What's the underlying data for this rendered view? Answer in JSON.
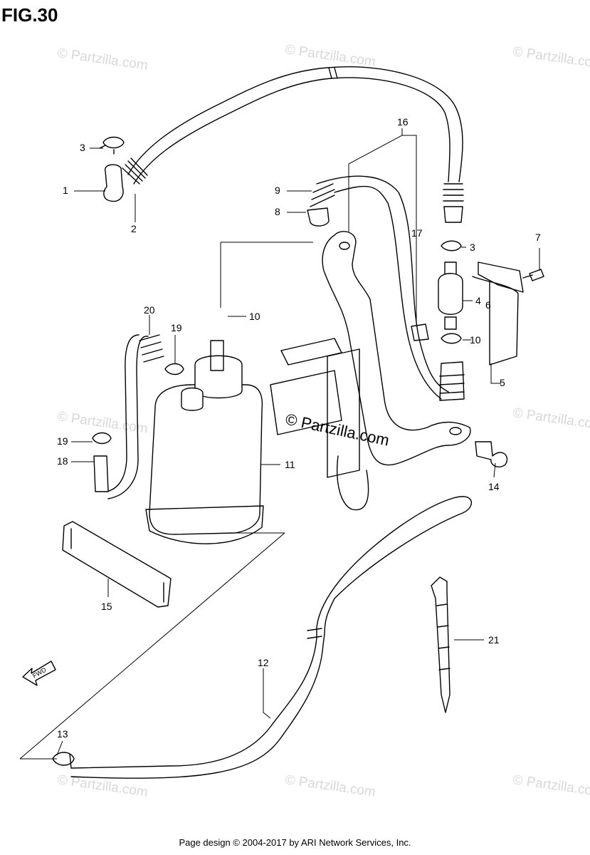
{
  "figure": {
    "title": "FIG.30"
  },
  "watermarks": {
    "text": "© Partzilla.com",
    "center_text": "© Partzilla.com"
  },
  "callouts": {
    "p1": "1",
    "p2": "2",
    "p3a": "3",
    "p3b": "3",
    "p4": "4",
    "p5": "5",
    "p6": "6",
    "p7": "7",
    "p8": "8",
    "p9": "9",
    "p10a": "10",
    "p10b": "10",
    "p11": "11",
    "p12": "12",
    "p13": "13",
    "p14": "14",
    "p15": "15",
    "p16": "16",
    "p17": "17",
    "p18": "18",
    "p19a": "19",
    "p19b": "19",
    "p20": "20",
    "p21": "21"
  },
  "fwd_label": "FWD",
  "footer": {
    "text": "Page design © 2004-2017 by ARI Network Services, Inc."
  }
}
